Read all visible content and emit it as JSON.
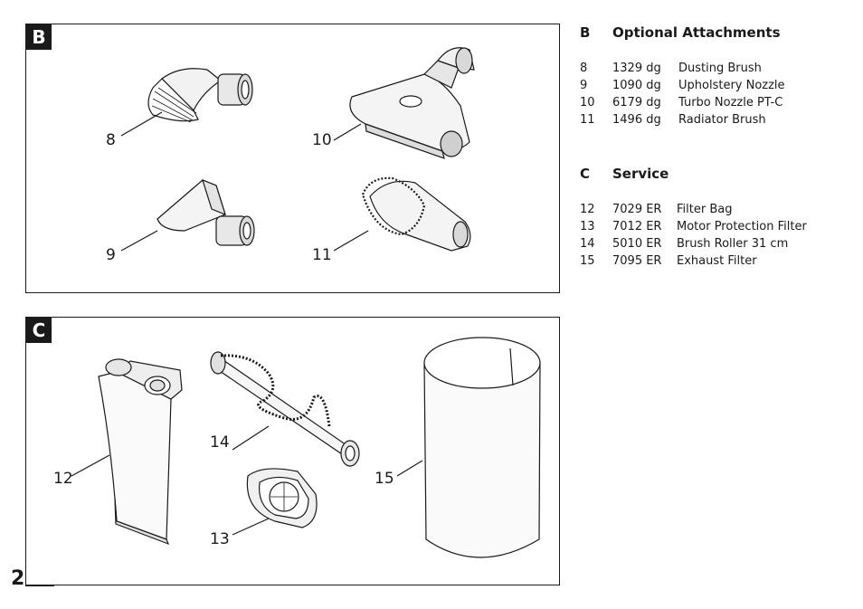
{
  "page_number": "2",
  "figure": {
    "panel_b": {
      "letter": "B",
      "callouts": [
        {
          "label": "8",
          "item": "dusting-brush"
        },
        {
          "label": "10",
          "item": "turbo-nozzle"
        },
        {
          "label": "9",
          "item": "upholstery-nozzle"
        },
        {
          "label": "11",
          "item": "radiator-brush"
        }
      ]
    },
    "panel_c": {
      "letter": "C",
      "callouts": [
        {
          "label": "12",
          "item": "filter-bag"
        },
        {
          "label": "14",
          "item": "brush-roller"
        },
        {
          "label": "15",
          "item": "exhaust-filter"
        },
        {
          "label": "13",
          "item": "motor-protection-filter"
        }
      ]
    }
  },
  "sections": [
    {
      "letter": "B",
      "title": "Optional Attachments",
      "items": [
        {
          "num": "8",
          "code": "1329 dg",
          "name": "Dusting Brush"
        },
        {
          "num": "9",
          "code": "1090 dg",
          "name": "Upholstery Nozzle"
        },
        {
          "num": "10",
          "code": "6179 dg",
          "name": "Turbo Nozzle PT-C"
        },
        {
          "num": "11",
          "code": "1496 dg",
          "name": "Radiator Brush"
        }
      ]
    },
    {
      "letter": "C",
      "title": "Service",
      "items": [
        {
          "num": "12",
          "code": "7029 ER",
          "name": "Filter Bag"
        },
        {
          "num": "13",
          "code": "7012 ER",
          "name": "Motor Protection Filter"
        },
        {
          "num": "14",
          "code": "5010 ER",
          "name": "Brush Roller 31 cm"
        },
        {
          "num": "15",
          "code": "7095 ER",
          "name": "Exhaust Filter"
        }
      ]
    }
  ]
}
